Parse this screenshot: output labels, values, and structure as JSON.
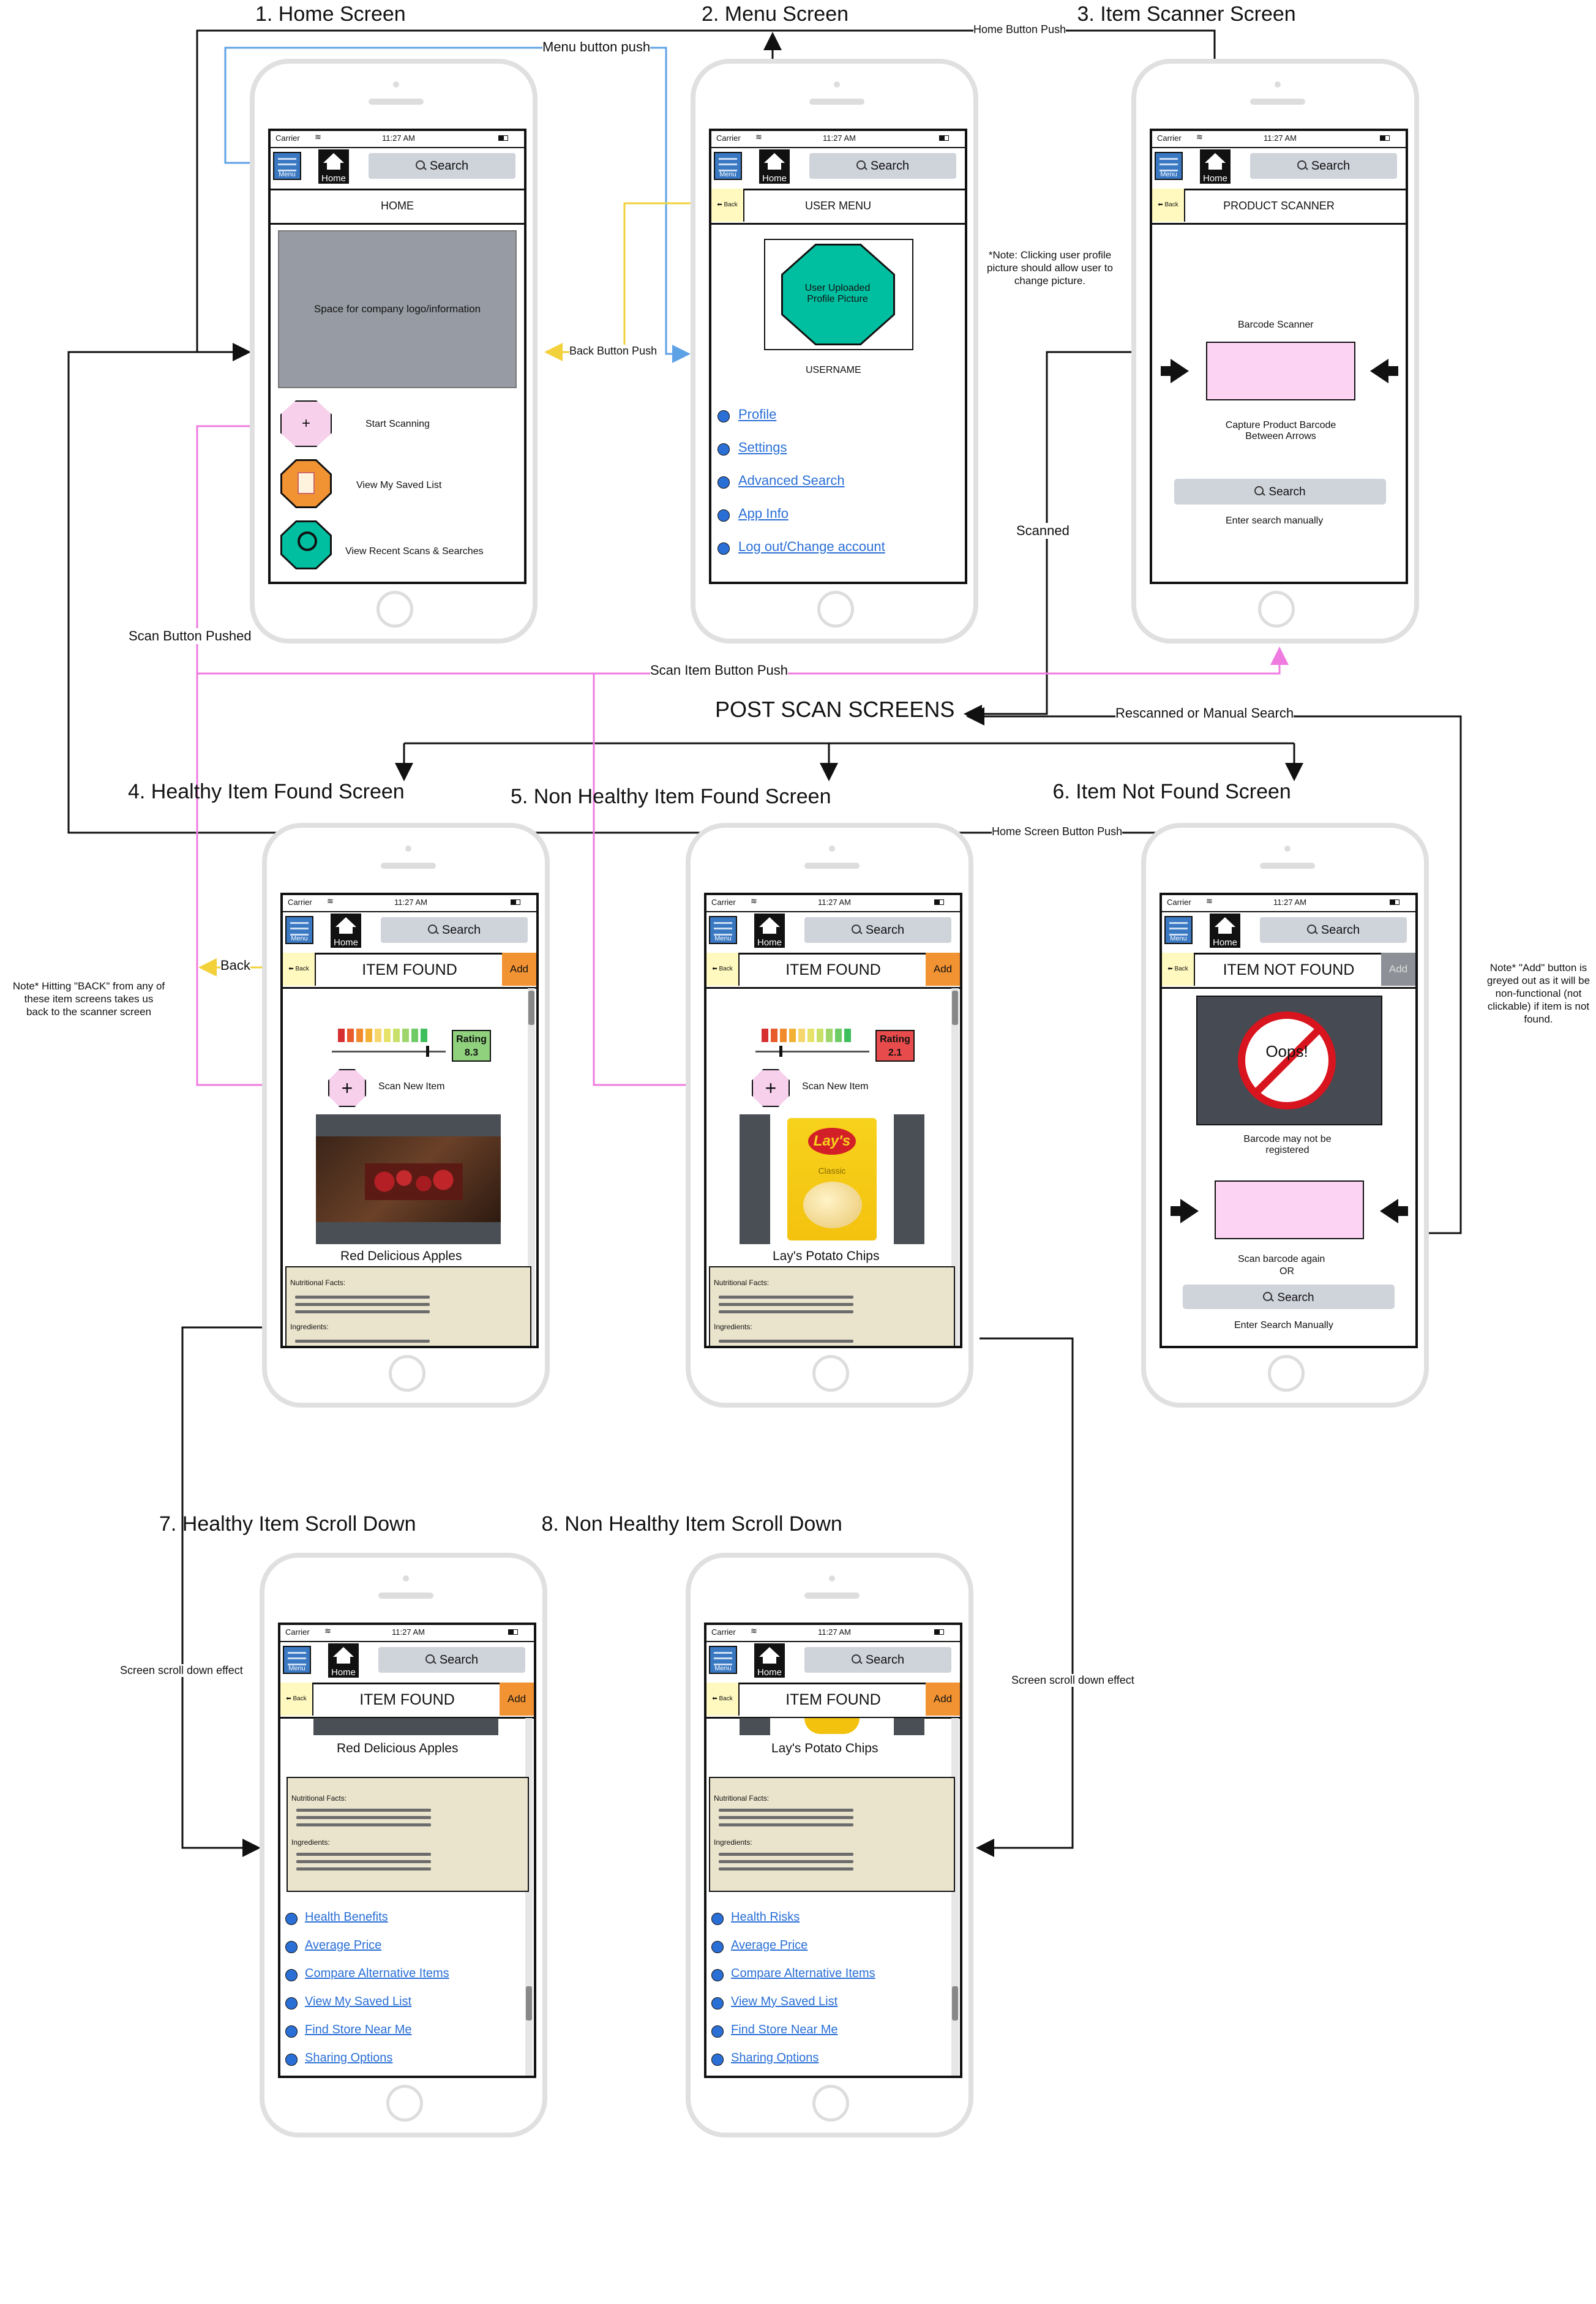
{
  "titles": {
    "home": "1. Home Screen",
    "menu": "2. Menu Screen",
    "scanner": "3. Item Scanner Screen",
    "healthy": "4. Healthy Item Found Screen",
    "nonhealthy": "5. Non Healthy Item Found Screen",
    "notfound": "6. Item Not Found Screen",
    "healthy_scroll": "7. Healthy Item Scroll Down",
    "nonhealthy_scroll": "8. Non Healthy Item Scroll Down",
    "post_scan": "POST SCAN SCREENS"
  },
  "flow_labels": {
    "menu_button_push": "Menu button push",
    "home_button_push": "Home Button Push",
    "back_button_push": "Back Button Push",
    "scanned": "Scanned",
    "scan_button_pushed": "Scan Button Pushed",
    "scan_item_button_push": "Scan Item Button Push",
    "rescanned": "Rescanned or Manual Search",
    "home_screen_button_push": "Home Screen Button Push",
    "back": "Back",
    "scroll_left": "Screen scroll down effect",
    "scroll_right": "Screen scroll down effect"
  },
  "notes": {
    "profile_note": "*Note: Clicking user profile picture should allow user to change picture.",
    "back_note": "Note* Hitting \"BACK\" from any of these item screens takes us back to the scanner screen",
    "add_note": "Note* \"Add\" button is greyed out as it will be non-functional (not clickable) if item is not found."
  },
  "common": {
    "carrier": "Carrier",
    "time": "11:27 AM",
    "menu": "Menu",
    "home": "Home",
    "search": "Search",
    "back": "Back",
    "add": "Add"
  },
  "home_screen": {
    "header": "HOME",
    "logo_space": "Space for company logo/information",
    "start_scanning": "Start Scanning",
    "saved_list": "View My Saved List",
    "recent": "View Recent Scans & Searches"
  },
  "menu_screen": {
    "header": "USER MENU",
    "profile_pic": "User Uploaded Profile Picture",
    "username": "USERNAME",
    "links": [
      "Profile",
      "Settings",
      "Advanced Search",
      "App Info",
      "Log out/Change account"
    ]
  },
  "scanner_screen": {
    "header": "PRODUCT SCANNER",
    "barcode_scanner": "Barcode Scanner",
    "capture": "Capture Product Barcode Between Arrows",
    "search": "Search",
    "manual": "Enter search manually"
  },
  "healthy_screen": {
    "header": "ITEM FOUND",
    "rating_label": "Rating",
    "rating_value": "8.3",
    "rating_fraction": 0.83,
    "scan_new": "Scan New Item",
    "item_name": "Red Delicious Apples",
    "nutrition": "Nutritional Facts:",
    "ingredients": "Ingredients:"
  },
  "nonhealthy_screen": {
    "header": "ITEM FOUND",
    "rating_label": "Rating",
    "rating_value": "2.1",
    "rating_fraction": 0.21,
    "scan_new": "Scan New Item",
    "item_name": "Lay's Potato Chips",
    "brand": "Lay's",
    "flavor": "Classic",
    "nutrition": "Nutritional Facts:",
    "ingredients": "Ingredients:"
  },
  "notfound_screen": {
    "header": "ITEM NOT FOUND",
    "oops": "Oops!",
    "may_not": "Barcode may not be registered",
    "scan_again": "Scan barcode again",
    "or": "OR",
    "search": "Search",
    "manual": "Enter Search Manually"
  },
  "healthy_scroll_screen": {
    "header": "ITEM FOUND",
    "item_name": "Red Delicious Apples",
    "nutrition": "Nutritional Facts:",
    "ingredients": "Ingredients:",
    "links": [
      "Health Benefits",
      "Average Price",
      "Compare Alternative Items",
      "View My Saved List",
      "Find Store Near Me",
      "Sharing Options"
    ]
  },
  "nonhealthy_scroll_screen": {
    "header": "ITEM FOUND",
    "item_name": "Lay's Potato Chips",
    "nutrition": "Nutritional Facts:",
    "ingredients": "Ingredients:",
    "links": [
      "Health Risks",
      "Average Price",
      "Compare Alternative Items",
      "View My Saved List",
      "Find Store Near Me",
      "Sharing Options"
    ]
  },
  "colors": {
    "menu_blue": "#3a78c2",
    "link_blue": "#2a6fd6",
    "back_yellow": "#fff9c0",
    "add_orange": "#f29333",
    "scan_pink": "#f7d0ec",
    "teal": "#00bfa0",
    "menu_flow": "#5ea2e6",
    "back_flow": "#f2d13a",
    "scan_flow": "#f07be0",
    "rating_good": "#8fd17c",
    "rating_bad": "#e84b4b"
  }
}
